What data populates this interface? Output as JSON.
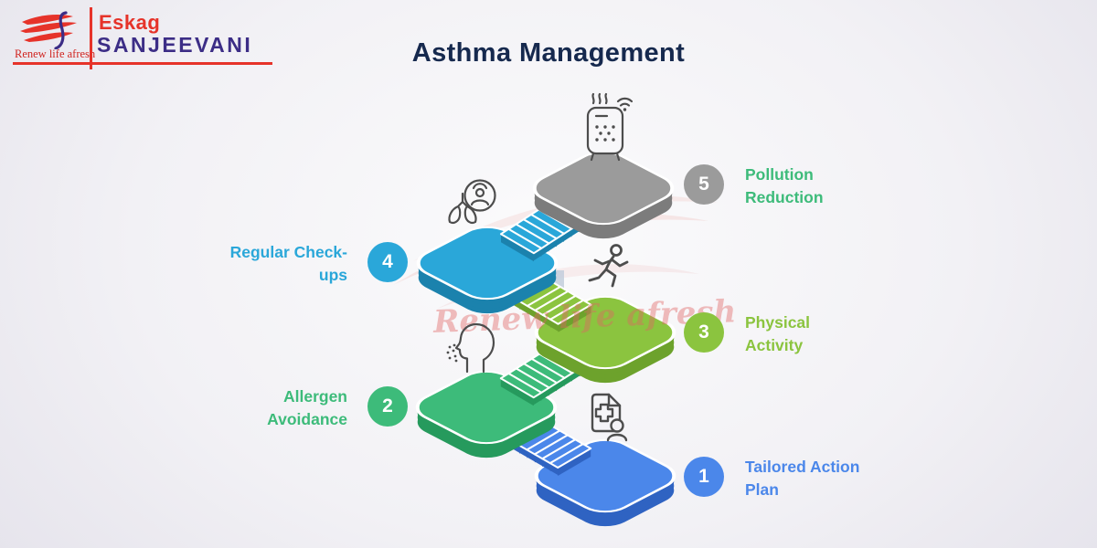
{
  "logo": {
    "brand_top": "Eskag",
    "brand_bottom": "SANJEEVANI",
    "tagline": "Renew life afresh",
    "accent_red": "#e6332a",
    "brand_purple": "#3c2d86"
  },
  "title": "Asthma Management",
  "title_color": "#16294e",
  "watermark": {
    "text": "Renew life afresh",
    "color": "rgba(224,100,100,0.42)"
  },
  "steps": [
    {
      "num": "1",
      "label": "Tailored Action Plan",
      "color": "#4b87ea",
      "dark": "#2f63c2",
      "label_color": "#4b87ea",
      "side": "right",
      "icon": "document-cross-person-icon"
    },
    {
      "num": "2",
      "label": "Allergen Avoidance",
      "color": "#3dbb7a",
      "dark": "#269a5d",
      "label_color": "#3dbb7a",
      "side": "left",
      "icon": "sneezing-head-icon"
    },
    {
      "num": "3",
      "label": "Physical Activity",
      "color": "#8bc43f",
      "dark": "#6da22c",
      "label_color": "#8bc43f",
      "side": "right",
      "icon": "runner-icon"
    },
    {
      "num": "4",
      "label": "Regular Check-ups",
      "color": "#2aa7d9",
      "dark": "#1b82ad",
      "label_color": "#2aa7d9",
      "side": "left",
      "icon": "lungs-doctor-icon"
    },
    {
      "num": "5",
      "label": "Pollution Reduction",
      "color": "#9b9b9b",
      "dark": "#7c7c7c",
      "label_color": "#3dbb7a",
      "side": "right",
      "icon": "air-purifier-icon"
    }
  ]
}
